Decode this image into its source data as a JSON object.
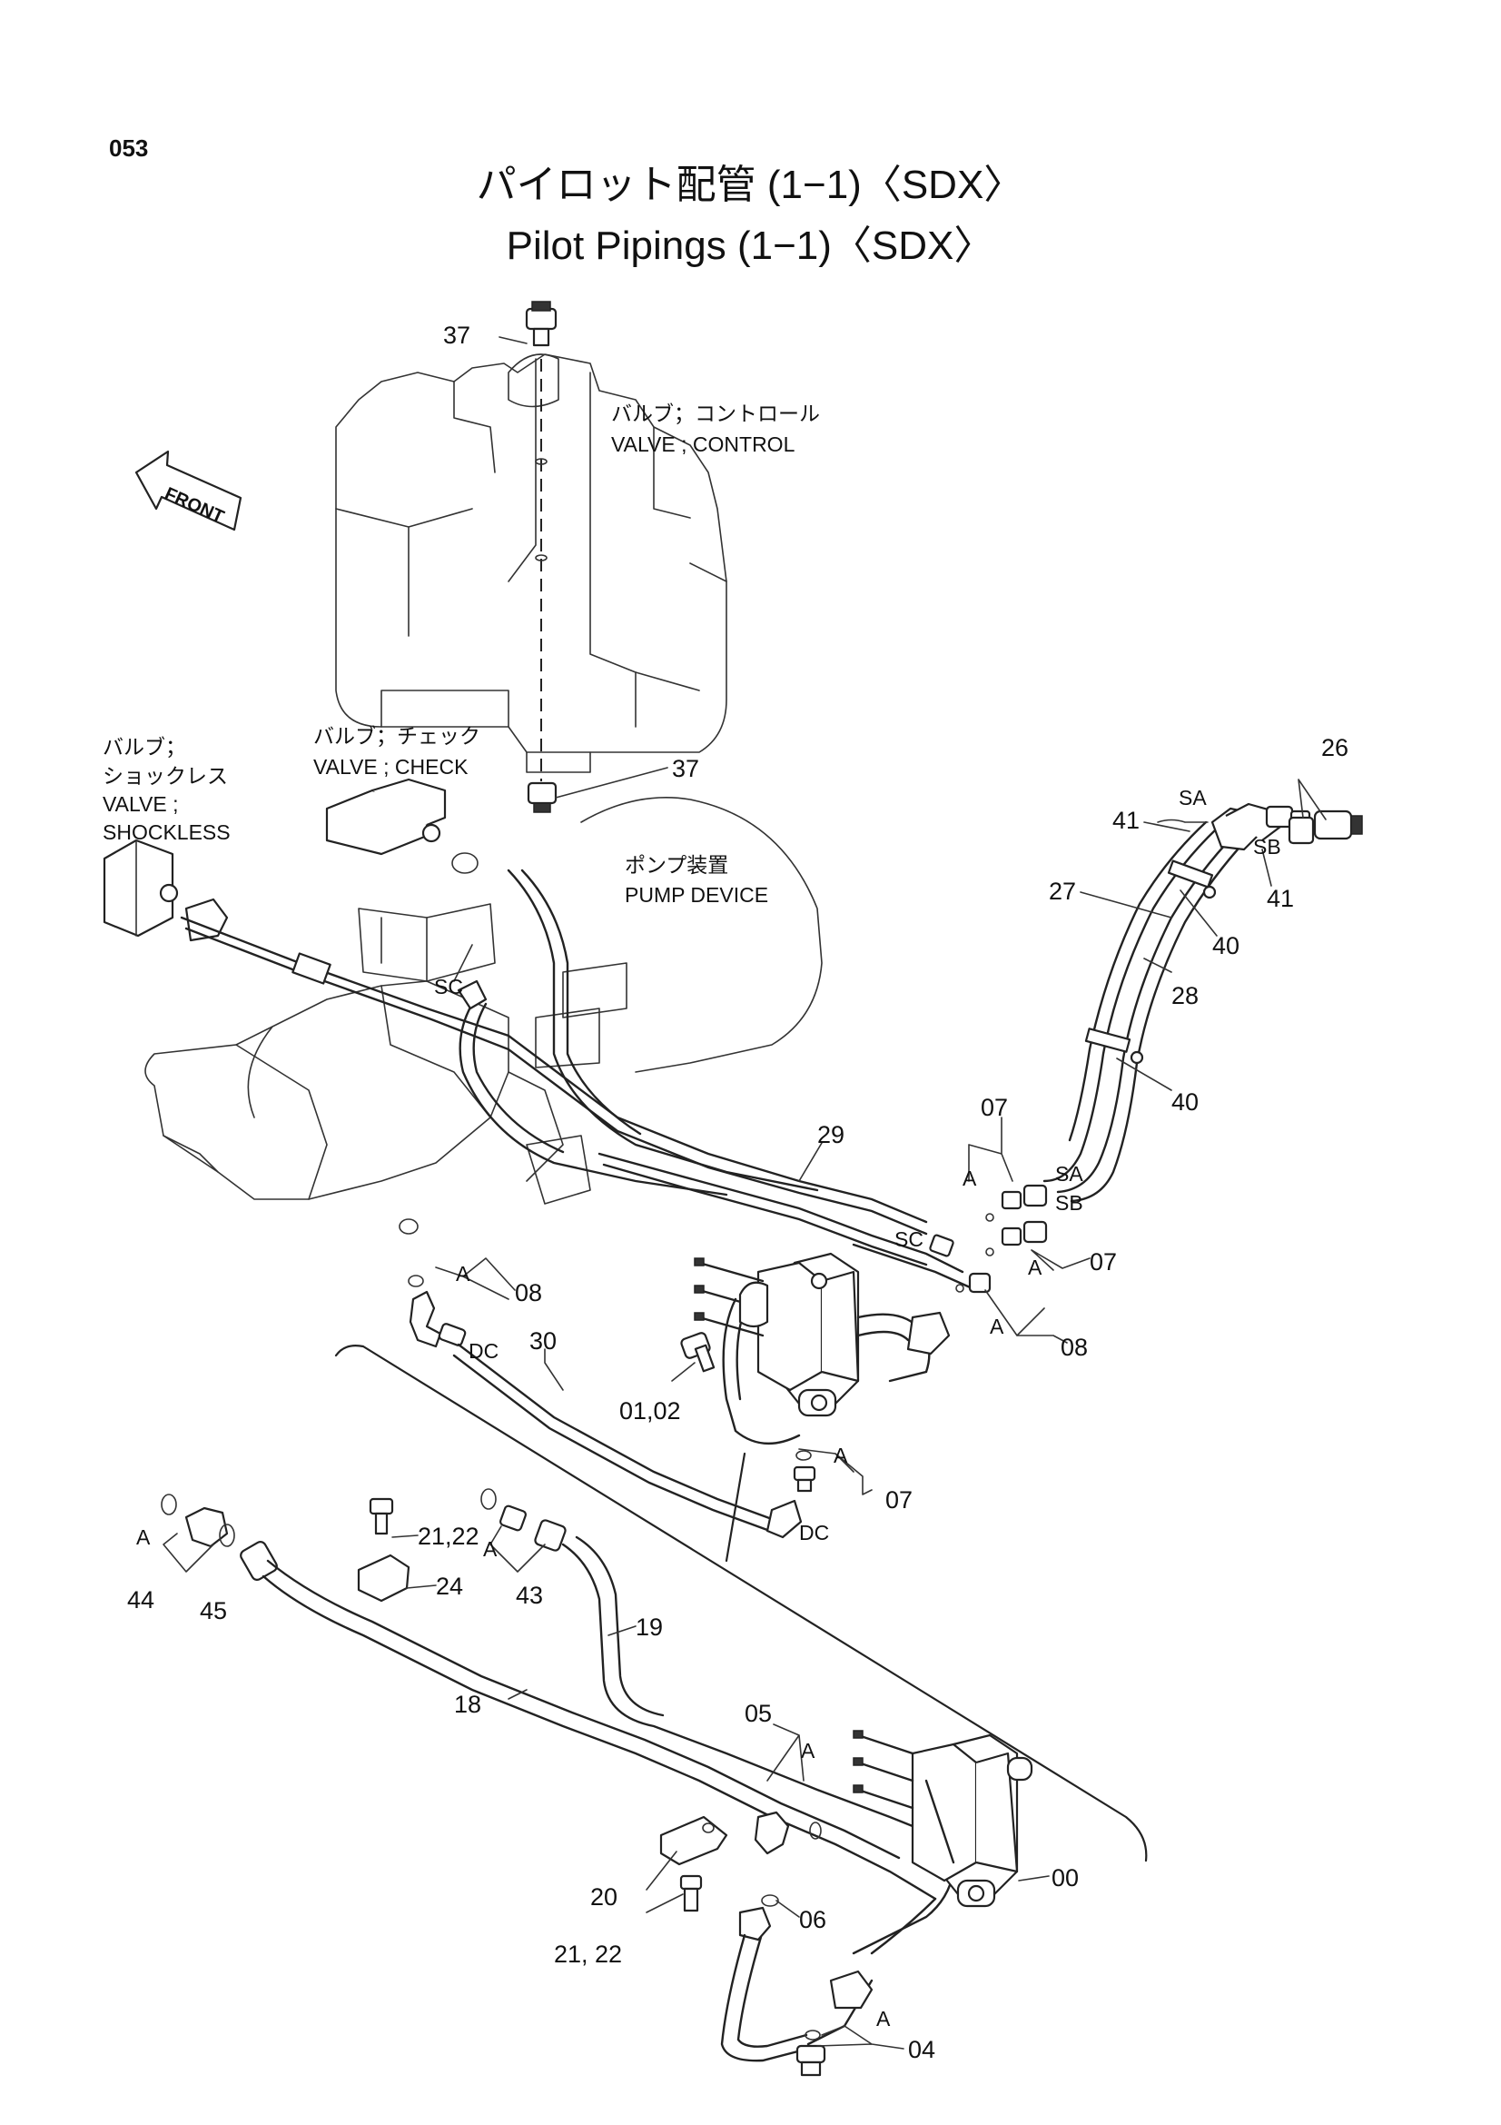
{
  "page_number": "053",
  "title_jp": "パイロット配管 (1−1)〈SDX〉",
  "title_en": "Pilot Pipings (1−1)〈SDX〉",
  "front_label": "FRONT",
  "labels": {
    "control_jp": "バルブ；コントロール",
    "control_en": "VALVE ; CONTROL",
    "check_jp": "バルブ；チェック",
    "check_en": "VALVE ; CHECK",
    "shockless_jp1": "バルブ；",
    "shockless_jp2": "ショックレス",
    "shockless_en1": "VALVE ;",
    "shockless_en2": "SHOCKLESS",
    "pump_jp": "ポンプ装置",
    "pump_en": "PUMP  DEVICE"
  },
  "port_letters": {
    "sa": "SA",
    "sb": "SB",
    "sc": "SC",
    "dc": "DC",
    "a": "A"
  },
  "part_numbers": {
    "p00": "00",
    "p01_02": "01,02",
    "p04": "04",
    "p05": "05",
    "p06": "06",
    "p07": "07",
    "p08": "08",
    "p18": "18",
    "p19": "19",
    "p20": "20",
    "p21_22": "21,22",
    "p21_22b": "21, 22",
    "p24": "24",
    "p26": "26",
    "p27": "27",
    "p28": "28",
    "p29": "29",
    "p30": "30",
    "p37": "37",
    "p40": "40",
    "p41": "41",
    "p43": "43",
    "p44": "44",
    "p45": "45"
  }
}
